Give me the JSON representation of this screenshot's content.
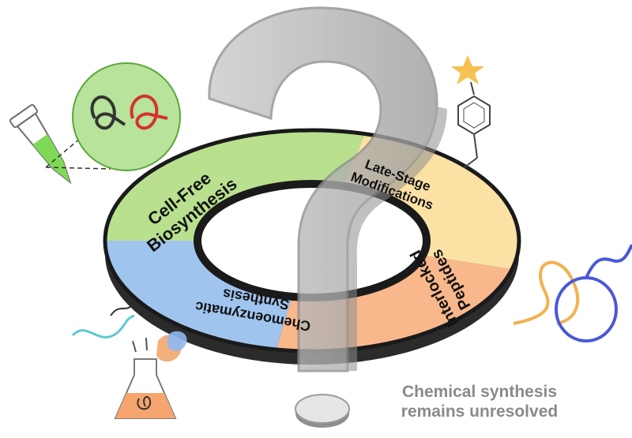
{
  "segments": [
    {
      "id": "cell-free",
      "lines": [
        "Cell-Free",
        "Biosynthesis"
      ],
      "color": "#b9e08f"
    },
    {
      "id": "late-stage",
      "lines": [
        "Late-Stage",
        "Modifications"
      ],
      "color": "#fbe2a4"
    },
    {
      "id": "interlocked",
      "lines": [
        "Interlocked",
        "Peptides"
      ],
      "color": "#f9b88c"
    },
    {
      "id": "chemoenzymatic",
      "lines": [
        "Chemoenzymatic",
        "Synthesis"
      ],
      "color": "#9fc4ee"
    }
  ],
  "caption": {
    "line1": "Chemical synthesis",
    "line2": "remains unresolved"
  },
  "colors": {
    "ring_outline": "#1a1a1a",
    "question_mark": "#a8a8a8",
    "caption_text": "#8a8a8a",
    "tube_liquid": "#7ed957",
    "flask_liquid": "#f6a56e",
    "star": "#f6c152",
    "loop_blue": "#4a58d6",
    "loop_orange": "#f2b24f"
  },
  "icons": [
    "eppendorf-tube-icon",
    "magnified-loop-peptides-icon",
    "star-molecule-icon",
    "interlocked-loops-icon",
    "flask-icon"
  ]
}
